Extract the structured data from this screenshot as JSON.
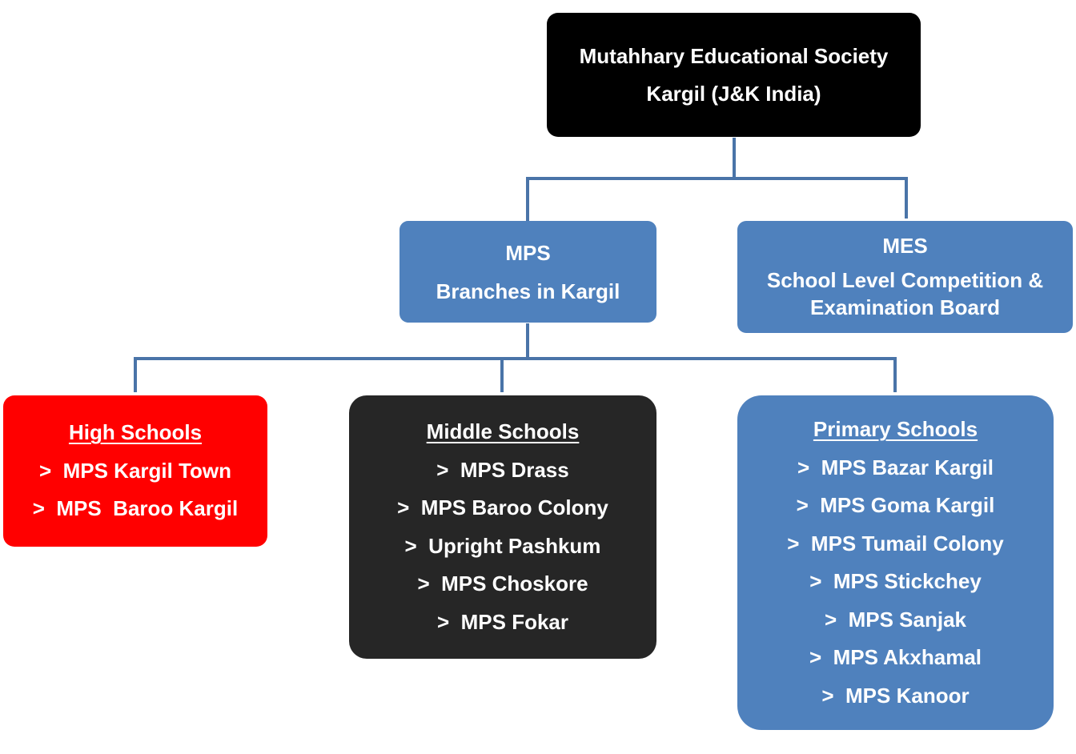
{
  "root": {
    "line1": "Mutahhary Educational Society",
    "line2": "Kargil (J&K India)",
    "color": "#000000"
  },
  "branches": [
    {
      "title": "MPS",
      "subtitle": "Branches in Kargil",
      "color": "#4f81bd"
    },
    {
      "title": "MES",
      "subtitle_lines": [
        "School Level Competition &",
        "Examination Board"
      ],
      "color": "#4f81bd"
    }
  ],
  "schools": {
    "high": {
      "heading": "High Schools",
      "color": "#ff0000",
      "items": [
        ">  MPS Kargil Town",
        ">  MPS  Baroo Kargil"
      ]
    },
    "middle": {
      "heading": "Middle Schools",
      "color": "#262626",
      "items": [
        ">  MPS Drass",
        ">  MPS Baroo Colony",
        ">  Upright Pashkum",
        ">  MPS Choskore",
        ">  MPS Fokar"
      ]
    },
    "primary": {
      "heading": "Primary Schools",
      "color": "#4f81bd",
      "items": [
        ">  MPS Bazar Kargil",
        ">  MPS Goma Kargil",
        ">  MPS Tumail Colony",
        ">  MPS Stickchey",
        ">  MPS Sanjak",
        ">  MPS Akxhamal",
        ">  MPS Kanoor"
      ]
    }
  },
  "connector_color": "#4a74a8"
}
